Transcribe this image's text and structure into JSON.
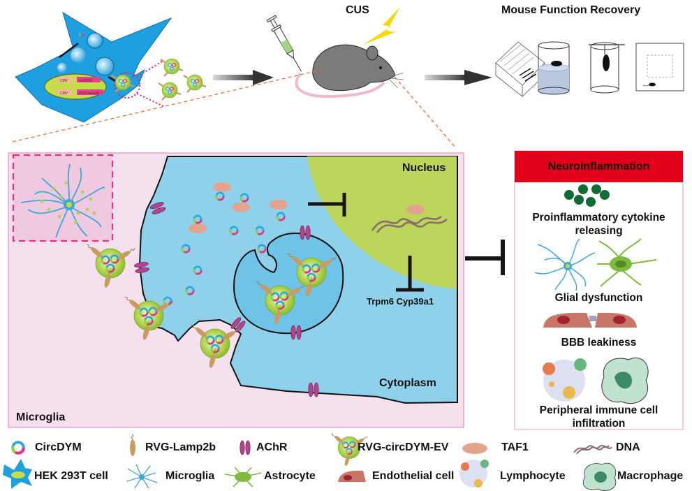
{
  "top_flow": {
    "cus_label": "CUS",
    "recovery_label": "Mouse Function Recovery",
    "hek_cell": {
      "constructs": [
        {
          "promoter": "CMV",
          "gene": "circDYM"
        },
        {
          "promoter": "CMV",
          "gene": "RVG-lamp2b"
        }
      ]
    },
    "behavior_tests": [
      "maze-test-icon",
      "forced-swim-test-icon",
      "tail-suspension-test-icon",
      "open-field-test-icon"
    ]
  },
  "microglia_panel": {
    "panel_label": "Microglia",
    "nucleus_label": "Nucleus",
    "cytoplasm_label": "Cytoplasm",
    "target_genes_label": "Trpm6 Cyp39a1"
  },
  "neuroinflammation_panel": {
    "header": "Neuroinflammation",
    "items": [
      {
        "icon": "cytokine-icon",
        "label": "Proinflammatory cytokine releasing"
      },
      {
        "icon": "glia-icon",
        "label": "Glial dysfunction"
      },
      {
        "icon": "endothelial-icon",
        "label": "BBB leakiness"
      },
      {
        "icon": "immune-cell-icon",
        "label": "Peripheral immune cell infiltration"
      }
    ],
    "colors": {
      "header_bg": "#e2001a",
      "border": "#f2a5c8"
    }
  },
  "legend": {
    "row1": [
      {
        "icon": "circdym-icon",
        "label": "CircDYM"
      },
      {
        "icon": "rvg-lamp2b-icon",
        "label": "RVG-Lamp2b"
      },
      {
        "icon": "achr-icon",
        "label": "AChR"
      },
      {
        "icon": "rvg-circdym-ev-icon",
        "label": "RVG-circDYM-EV"
      },
      {
        "icon": "taf1-icon",
        "label": "TAF1"
      },
      {
        "icon": "dna-icon",
        "label": "DNA"
      }
    ],
    "row2": [
      {
        "icon": "hek-293t-cell-icon",
        "label": "HEK 293T cell"
      },
      {
        "icon": "microglia-icon",
        "label": "Microglia"
      },
      {
        "icon": "astrocyte-icon",
        "label": "Astrocyte"
      },
      {
        "icon": "endothelial-cell-icon",
        "label": "Endothelial cell"
      },
      {
        "icon": "lymphocyte-icon",
        "label": "Lymphocyte"
      },
      {
        "icon": "macrophage-icon",
        "label": "Macrophage"
      }
    ]
  },
  "colors": {
    "cell_blue": "#8fd0ea",
    "hek_blue": "#1e9fe0",
    "nucleus_green": "#bcd65c",
    "microglia_bg": "#f5e1ee",
    "ev_green": "#9ccc3c",
    "taf1": "#e3a48e",
    "achr": "#b0478e",
    "inhibit_black": "#1a1313"
  }
}
